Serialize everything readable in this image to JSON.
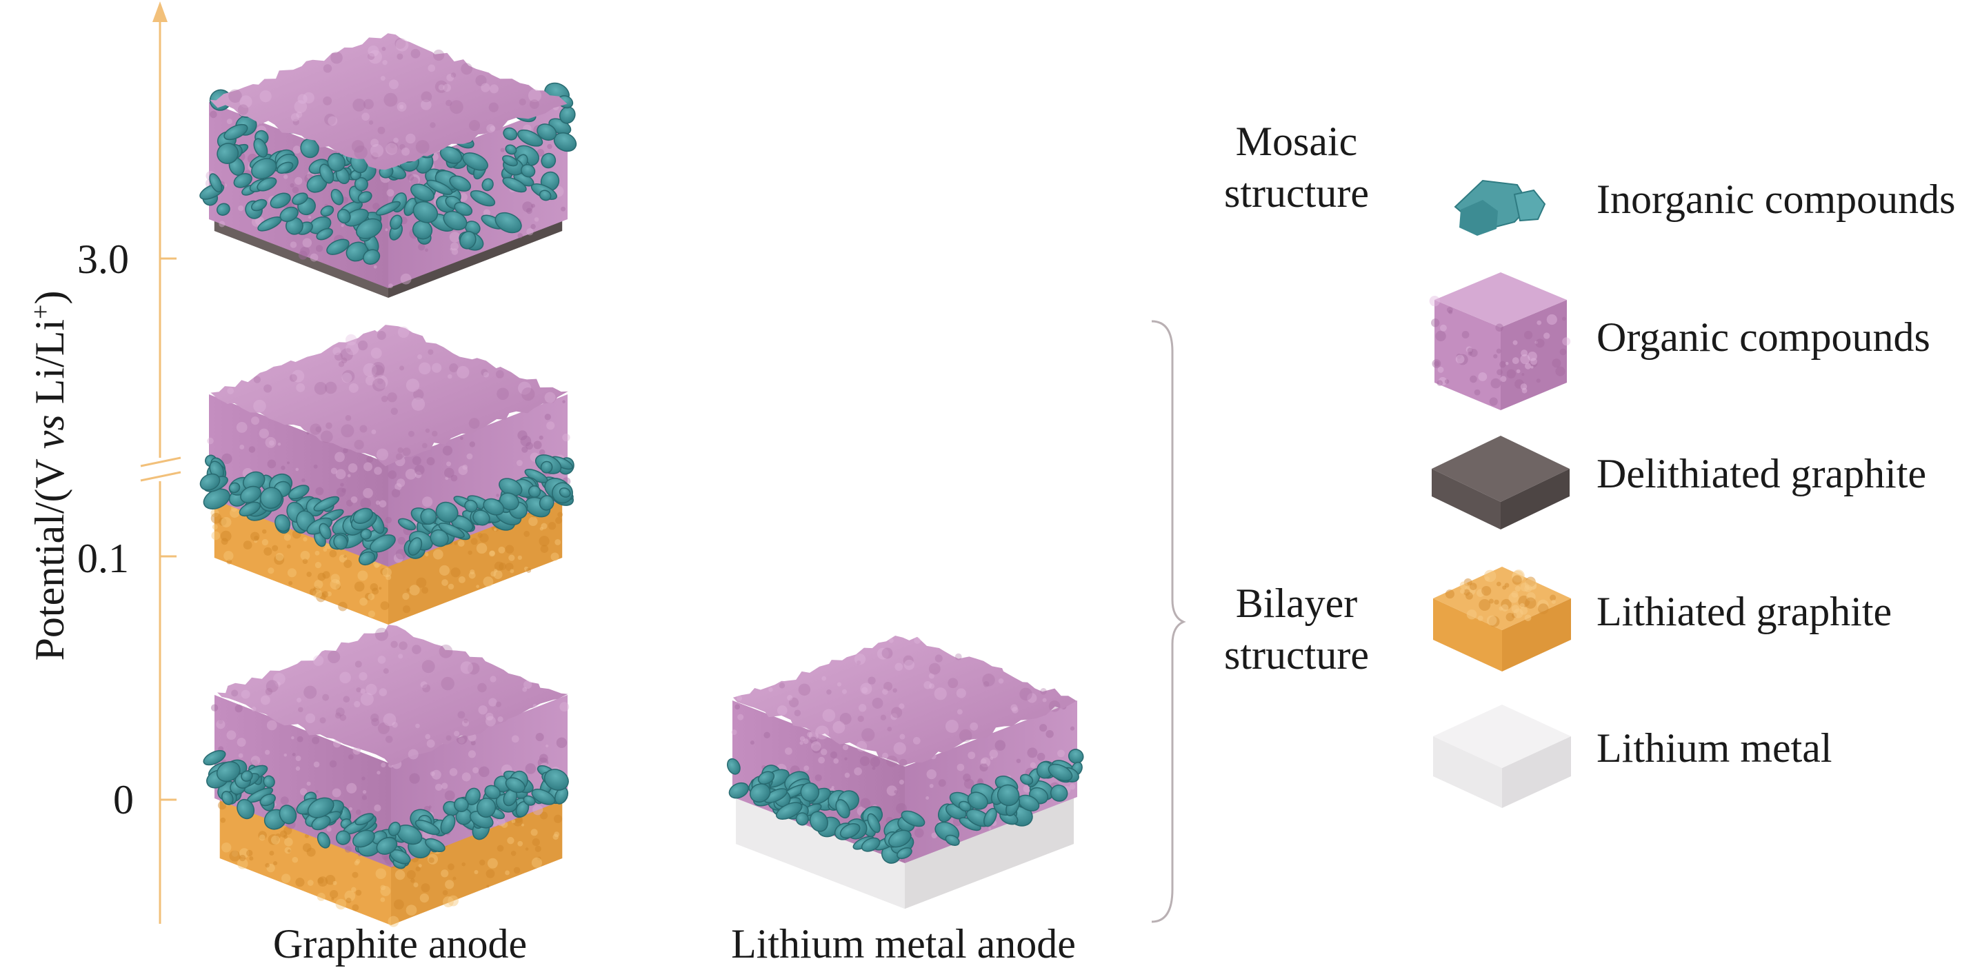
{
  "axis": {
    "label_prefix": "Potential/(V ",
    "label_italic": "vs",
    "label_mid": " Li/Li",
    "label_sup": "+",
    "label_suffix": ")",
    "ticks": [
      "3.0",
      "0.1",
      "0"
    ]
  },
  "columns": {
    "graphite": "Graphite anode",
    "lithium": "Lithium metal anode"
  },
  "structures": {
    "mosaic": [
      "Mosaic",
      "structure"
    ],
    "bilayer": [
      "Bilayer",
      "structure"
    ]
  },
  "legend": [
    {
      "label": "Inorganic compounds",
      "icon": "inorganic-particle-icon"
    },
    {
      "label": "Organic compounds",
      "icon": "organic-cube-icon"
    },
    {
      "label": "Delithiated graphite",
      "icon": "delithiated-graphite-slab-icon"
    },
    {
      "label": "Lithiated graphite",
      "icon": "lithiated-graphite-slab-icon"
    },
    {
      "label": "Lithium metal",
      "icon": "lithium-metal-slab-icon"
    }
  ],
  "colors": {
    "axis": "#f2c07a",
    "organic": "#c58fc2",
    "inorganic": "#3f8f96",
    "delithiated_graphite": "#5e5453",
    "lithiated_graphite": "#eba64a",
    "lithium_metal": "#e6e4e5",
    "bracket": "#b9b0b3"
  }
}
